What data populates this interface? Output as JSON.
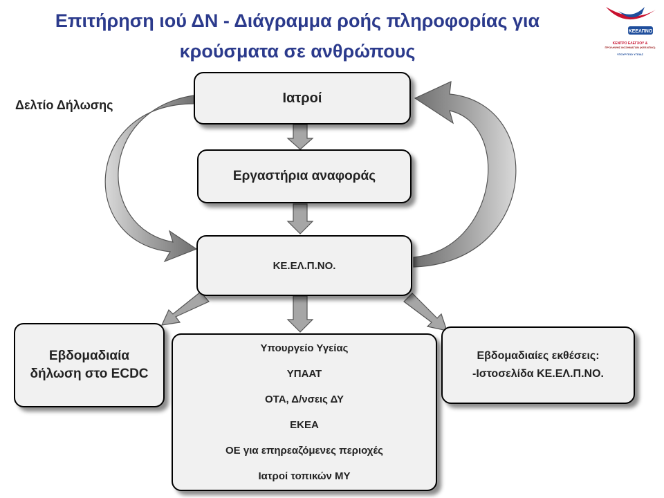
{
  "title": {
    "line1": "Επιτήρηση ιού ΔΝ - Διάγραμμα ροής πληροφορίας για",
    "line2": "κρούσματα σε ανθρώπους"
  },
  "logo": {
    "badge": "ΚΕΕΛΠΝΟ",
    "line1": "ΚΕΝΤΡΟ ΕΛΕΓΧΟΥ &",
    "line2": "ΠΡΟΛΗΨΗΣ ΝΟΣΗΜΑΤΩΝ (ΚΕΕΛΠΝΟ)",
    "line3": "ΥΠΟΥΡΓΕΙΟ ΥΓΕΙΑΣ",
    "icon": "bird-logo-icon"
  },
  "side_label": "Δελτίο Δήλωσης",
  "nodes": {
    "doctors": "Ιατροί",
    "labs": "Εργαστήρια αναφοράς",
    "keelpno": "ΚΕ.ΕΛ.Π.ΝΟ.",
    "ecdc": [
      "Εβδομαδιαία",
      "δήλωση στο ECDC"
    ],
    "authorities": [
      "Υπουργείο Υγείας",
      "ΥΠΑΑΤ",
      "ΟΤΑ,  Δ/νσεις ΔΥ",
      "ΕΚΕΑ",
      "ΟΕ για επηρεαζόμενες περιοχές",
      "Ιατροί τοπικών ΜΥ"
    ],
    "reports": [
      "Εβδομαδιαίες εκθέσεις:",
      "-Ιστοσελίδα ΚΕ.ΕΛ.Π.ΝΟ."
    ]
  },
  "colors": {
    "title": "#2b3a8c",
    "box_fill": "#f1f1f1",
    "arrow_fill": "#a6a6a6",
    "logo_red": "#c8102e",
    "logo_blue": "#1f4e9c"
  }
}
